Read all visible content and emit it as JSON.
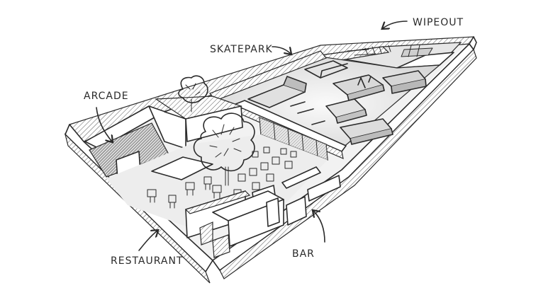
{
  "labels": {
    "wipeout": "WIPEOUT",
    "skatepark": "SKATEPARK",
    "arcade": "ARCADE",
    "restaurant": "RESTAURANT",
    "bar": "BAR"
  }
}
